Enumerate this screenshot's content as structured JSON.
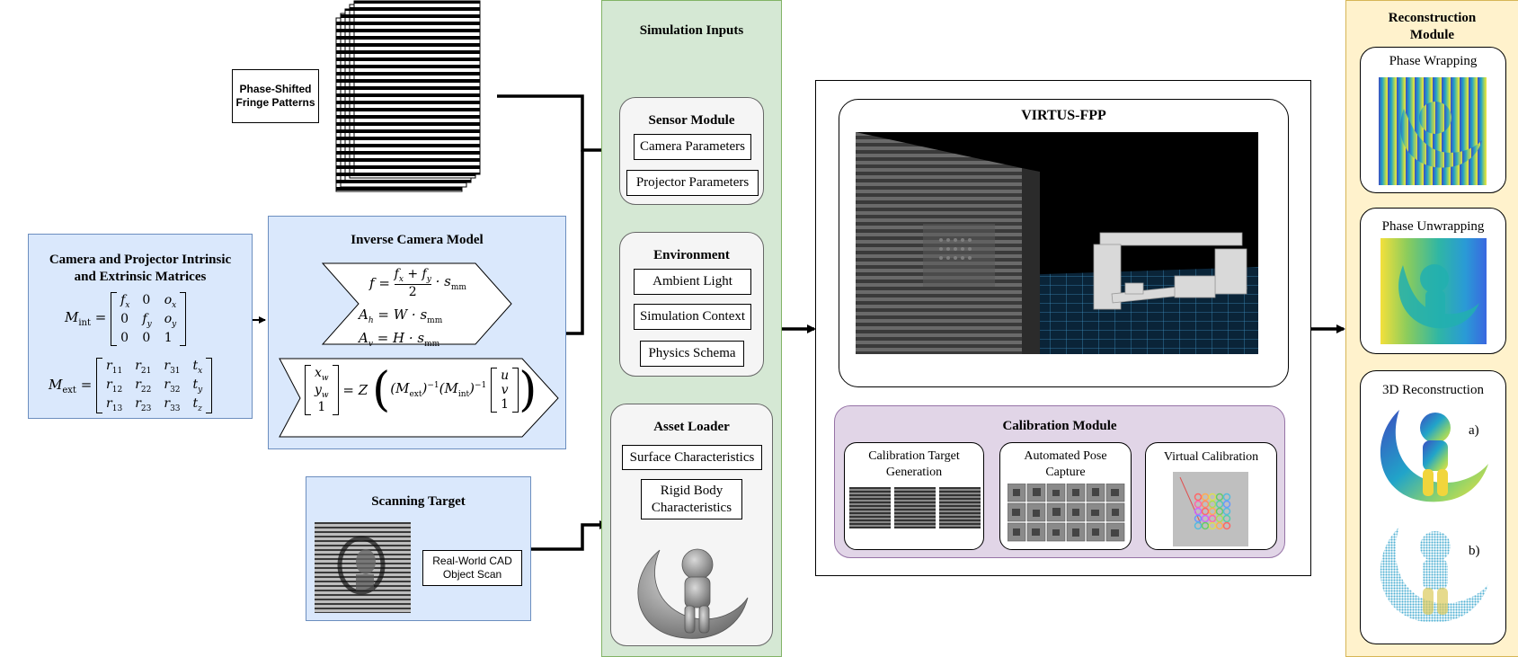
{
  "fringe_label": "Phase-Shifted\nFringe Patterns",
  "matrices_panel": {
    "title_line1": "Camera and Projector Intrinsic",
    "title_line2": "and Extrinsic Matrices",
    "mint_label": "M",
    "mint_sub": "int",
    "mint": [
      [
        "f",
        "0",
        "o"
      ],
      [
        "0",
        "f",
        "o"
      ],
      [
        "0",
        "0",
        "1"
      ]
    ],
    "mext_label": "M",
    "mext_sub": "ext",
    "mext": [
      [
        "r",
        "r",
        "r",
        "t"
      ],
      [
        "r",
        "r",
        "r",
        "t"
      ],
      [
        "r",
        "r",
        "r",
        "t"
      ]
    ]
  },
  "inverse_panel": {
    "title": "Inverse Camera Model"
  },
  "scanning_panel": {
    "title": "Scanning Target",
    "cad_label": "Real-World CAD\nObject Scan"
  },
  "sim_inputs": {
    "title": "Simulation Inputs",
    "sensor": {
      "title": "Sensor Module",
      "items": [
        "Camera Parameters",
        "Projector Parameters"
      ]
    },
    "environment": {
      "title": "Environment",
      "items": [
        "Ambient Light",
        "Simulation Context",
        "Physics Schema"
      ]
    },
    "asset": {
      "title": "Asset Loader",
      "items": [
        "Surface Characteristics",
        "Rigid Body\nCharacteristics"
      ]
    }
  },
  "virtus": {
    "title": "VIRTUS-FPP"
  },
  "calibration": {
    "title": "Calibration Module",
    "steps": [
      "Calibration Target\nGeneration",
      "Automated Pose\nCapture",
      "Virtual Calibration"
    ]
  },
  "reconstruction": {
    "title": "Reconstruction\nModule",
    "stages": [
      "Phase Wrapping",
      "Phase Unwrapping",
      "3D Reconstruction"
    ],
    "labels": [
      "a)",
      "b)"
    ]
  },
  "colors": {
    "blue_panel": "#dae8fc",
    "green_panel": "#d5e8d4",
    "yellow_panel": "#fff2cc",
    "purple_panel": "#e1d5e7"
  }
}
